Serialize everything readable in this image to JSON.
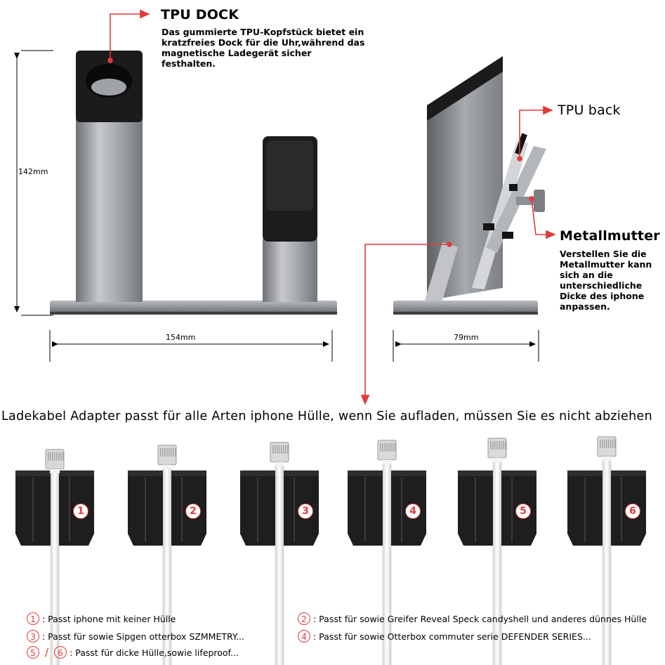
{
  "tpu_dock": {
    "title": "TPU DOCK",
    "desc_lines": [
      "Das gummierte TPU-Kopfstück bietet ein",
      "kratzfreies Dock für die Uhr,während das",
      "magnetische Ladegerät sicher",
      "festhalten."
    ]
  },
  "tpu_back": {
    "title": "TPU back"
  },
  "metallmutter": {
    "title": "Metallmutter",
    "desc_lines": [
      "Verstellen Sie die",
      "Metallmutter kann",
      "sich an die",
      "unterschiedliche",
      "Dicke des iphone",
      "anpassen."
    ]
  },
  "dimensions": {
    "height": "142mm",
    "width": "154mm",
    "depth": "79mm"
  },
  "adapter_headline": "Ladekabel Adapter passt für alle Arten iphone Hülle, wenn Sie aufladen, müssen Sie es nicht  abziehen",
  "adapters": [
    {
      "num": "1"
    },
    {
      "num": "2"
    },
    {
      "num": "3"
    },
    {
      "num": "4"
    },
    {
      "num": "5"
    },
    {
      "num": "6"
    }
  ],
  "legend": {
    "item1": {
      "num": "1",
      "text": ": Passt iphone mit keiner Hülle"
    },
    "item2": {
      "num": "2",
      "text": ": Passt für sowie Greifer Reveal Speck candyshell und anderes dünnes Hülle"
    },
    "item3": {
      "num": "3",
      "text": ": Passt für sowie Sipgen otterbox SZMMETRY..."
    },
    "item4": {
      "num": "4",
      "text": ": Passt für sowie Otterbox commuter serie DEFENDER SERIES..."
    },
    "item56": {
      "num_a": "5",
      "sep": "/",
      "num_b": "6",
      "text": ": Passt für dicke Hülle,sowie lifeproof..."
    }
  },
  "colors": {
    "accent_red": "#e23a3a",
    "metal_dark": "#7b7e83",
    "metal_light": "#c9cbcf",
    "rubber": "#1b1b1b"
  }
}
